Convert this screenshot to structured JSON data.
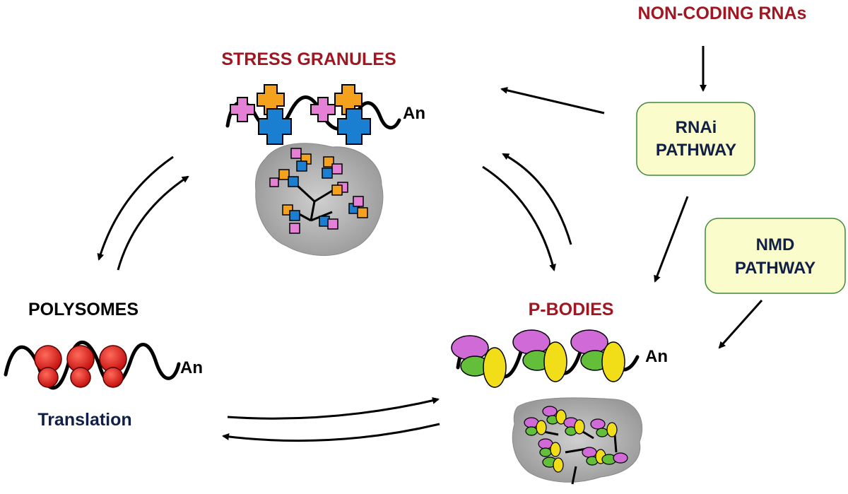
{
  "labels": {
    "stress_granules": "STRESS GRANULES",
    "p_bodies": "P-BODIES",
    "polysomes": "POLYSOMES",
    "translation": "Translation",
    "non_coding_rnas": "NON-CODING RNAs",
    "rnai_line1": "RNAi",
    "rnai_line2": "PATHWAY",
    "nmd_line1": "NMD",
    "nmd_line2": "PATHWAY",
    "poly_a": "An"
  },
  "colors": {
    "accent_red": "#a01722",
    "dark_navy": "#0f1f45",
    "black": "#000000",
    "box_fill": "#fbfccb",
    "box_stroke": "#3f8a3a",
    "ribosome_red": "#e01a1a",
    "protein_orange": "#f4a21e",
    "protein_pink": "#e480d6",
    "protein_blue": "#1a7fd1",
    "pbody_purple": "#d06ad6",
    "pbody_green": "#63be3a",
    "pbody_yellow": "#f2de18",
    "granule_gray": "#a9a9a9"
  },
  "icons": [
    "arrow-icon",
    "ribosome-icon",
    "mrna-icon",
    "stress-granule-icon",
    "p-body-icon"
  ]
}
